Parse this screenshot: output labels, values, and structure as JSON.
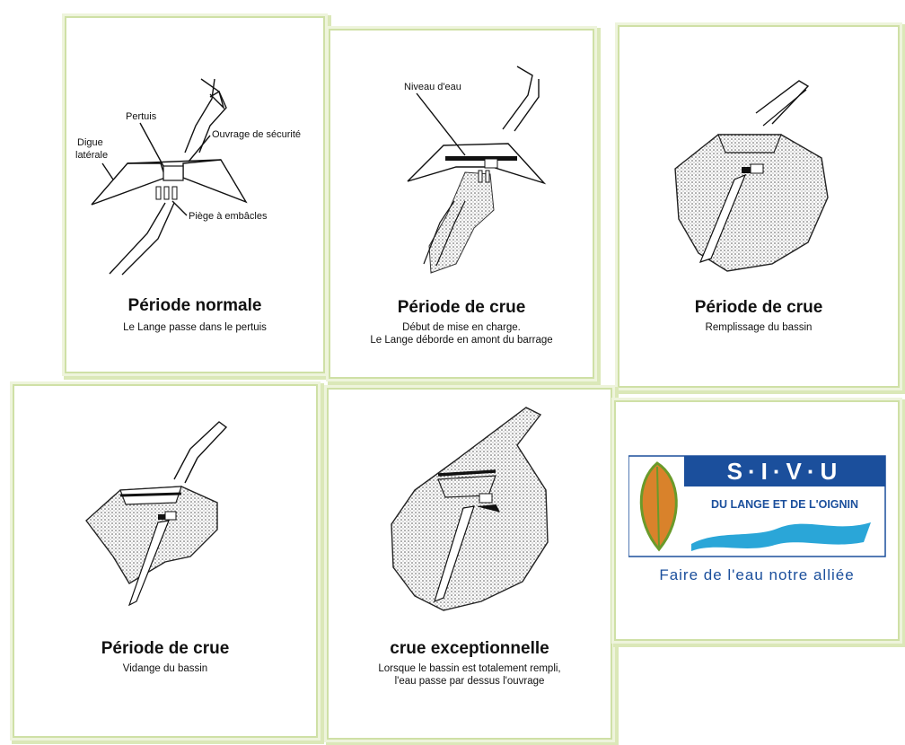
{
  "panels": [
    {
      "title": "Période normale",
      "subtitle": [
        "Le Lange passe dans le pertuis"
      ],
      "labels": {
        "pertuis": "Pertuis",
        "ouvrage": "Ouvrage de sécurité",
        "digue_1": "Digue",
        "digue_2": "latérale",
        "piege": "Piège à embâcles"
      }
    },
    {
      "title": "Période de crue",
      "subtitle": [
        "Début de mise en charge.",
        "Le Lange déborde en amont du barrage"
      ],
      "labels": {
        "niveau": "Niveau d'eau"
      }
    },
    {
      "title": "Période de crue",
      "subtitle": [
        "Remplissage du bassin"
      ]
    },
    {
      "title": "Période de crue",
      "subtitle": [
        "Vidange du bassin"
      ]
    },
    {
      "title": "crue exceptionnelle",
      "subtitle": [
        "Lorsque le bassin est totalement rempli,",
        "l'eau passe par dessus l'ouvrage"
      ]
    }
  ],
  "logo": {
    "letters": [
      "S",
      "I",
      "V",
      "U"
    ],
    "line": "DU LANGE ET DE L'OIGNIN",
    "slogan": "Faire de l'eau notre alliée",
    "colors": {
      "blue": "#1b4f9c",
      "water": "#2aa6d8",
      "leaf_green": "#6a9a2a",
      "leaf_orange": "#d9822b"
    }
  }
}
